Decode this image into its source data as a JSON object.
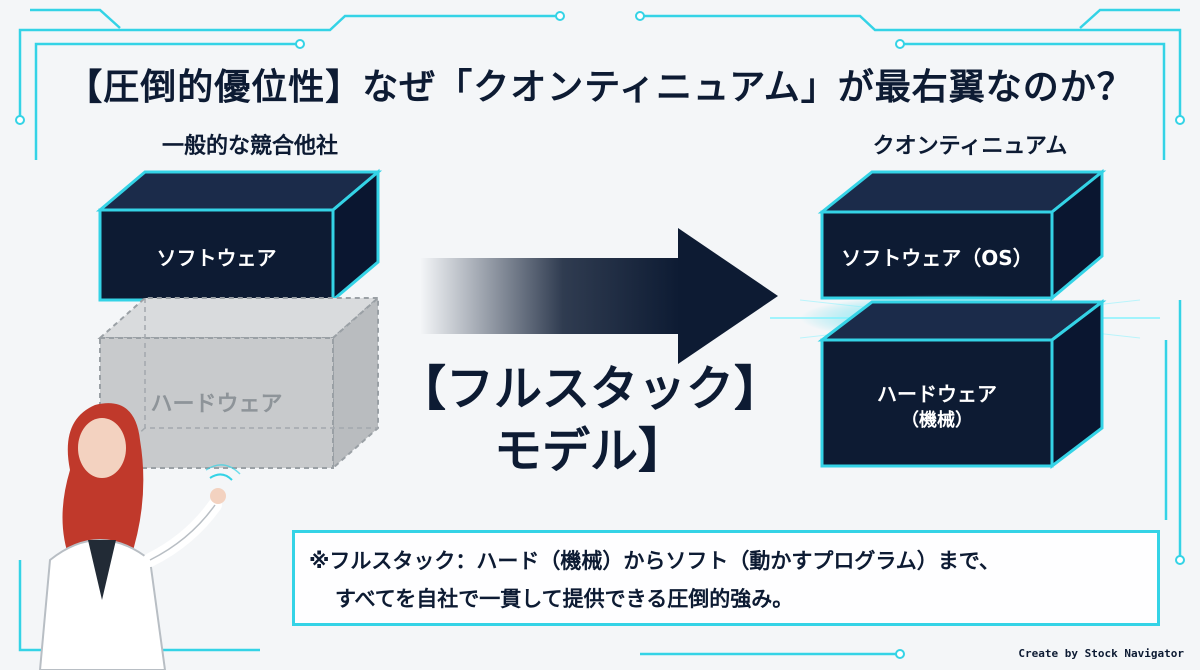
{
  "title": "【圧倒的優位性】なぜ「クオンティニュアム」が最右翼なのか？",
  "left": {
    "heading": "一般的な競合他社",
    "software_label": "ソフトウェア",
    "hardware_label": "ハードウェア"
  },
  "center": {
    "line1": "【フルスタック】",
    "line2": "モデル】"
  },
  "right": {
    "heading": "クオンティニュアム",
    "software_label": "ソフトウェア（OS）",
    "hardware_label": "ハードウェア",
    "hardware_sub": "（機械）"
  },
  "note": {
    "line1": "※フルスタック：ハード（機械）からソフト（動かすプログラム）まで、",
    "line2": "すべてを自社で一貫して提供できる圧倒的強み。"
  },
  "credit": "Create by Stock Navigator",
  "colors": {
    "navy": "#0d1b33",
    "cyan": "#34d3e6",
    "ghost": "#c8cacc"
  }
}
